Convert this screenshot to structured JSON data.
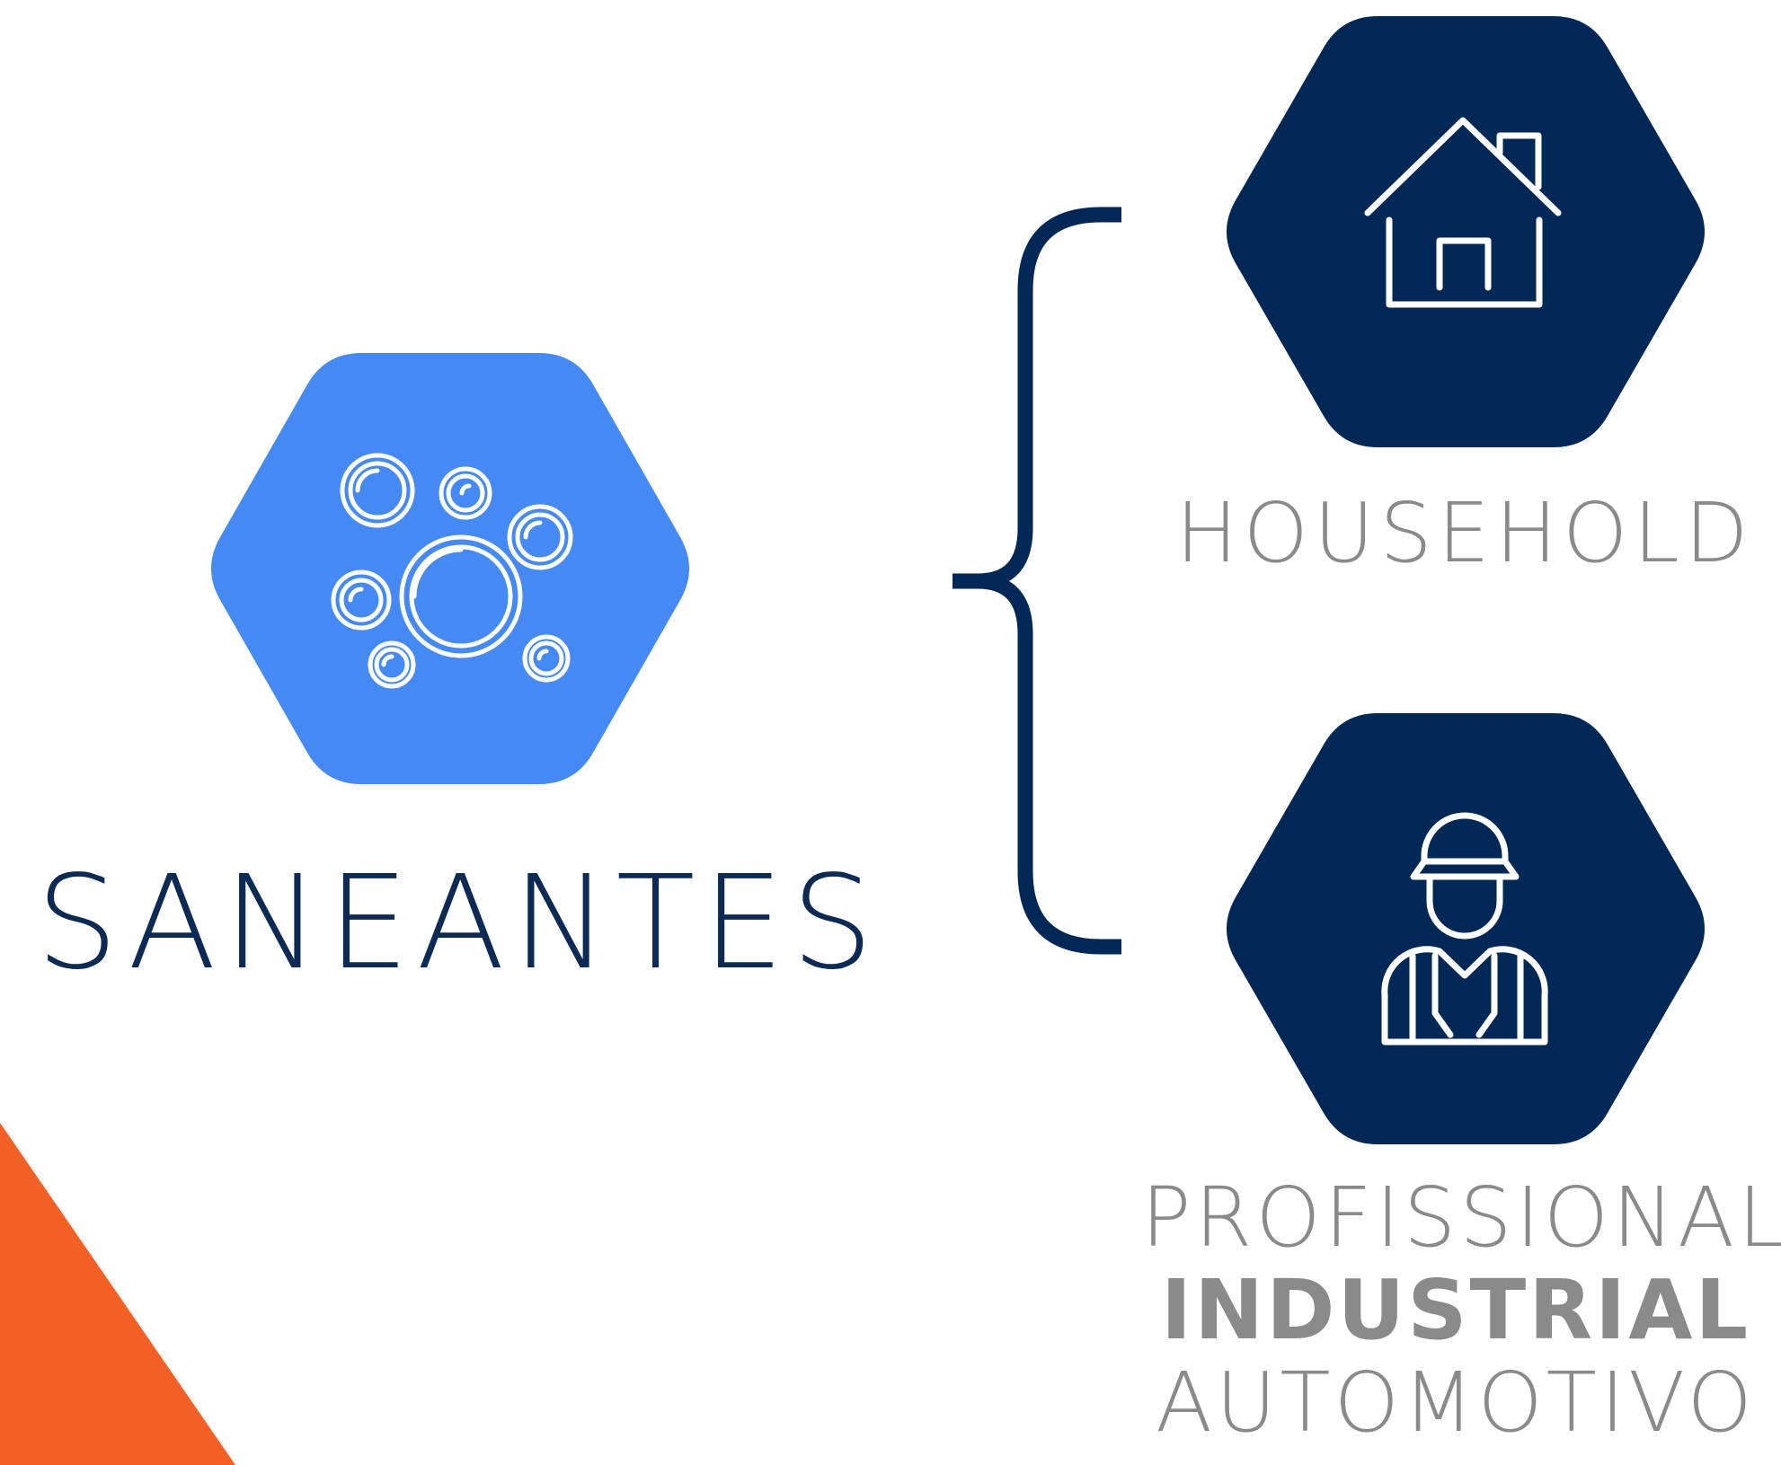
{
  "main": {
    "title": "SANEANTES",
    "icon": "bubbles-icon"
  },
  "categories": [
    {
      "label": "HOUSEHOLD",
      "icon": "house-icon"
    },
    {
      "icon": "worker-icon",
      "lines": [
        {
          "text": "PROFISSIONAL",
          "bold": false
        },
        {
          "text": "INDUSTRIAL",
          "bold": true
        },
        {
          "text": "AUTOMOTIVO",
          "bold": false
        }
      ]
    }
  ],
  "colors": {
    "main_hex": "#4589f5",
    "category_hex": "#002856",
    "title_text": "#0d2a55",
    "label_text": "#8a8a8a",
    "accent_triangle": "#f26025",
    "icon_stroke": "#ffffff"
  }
}
